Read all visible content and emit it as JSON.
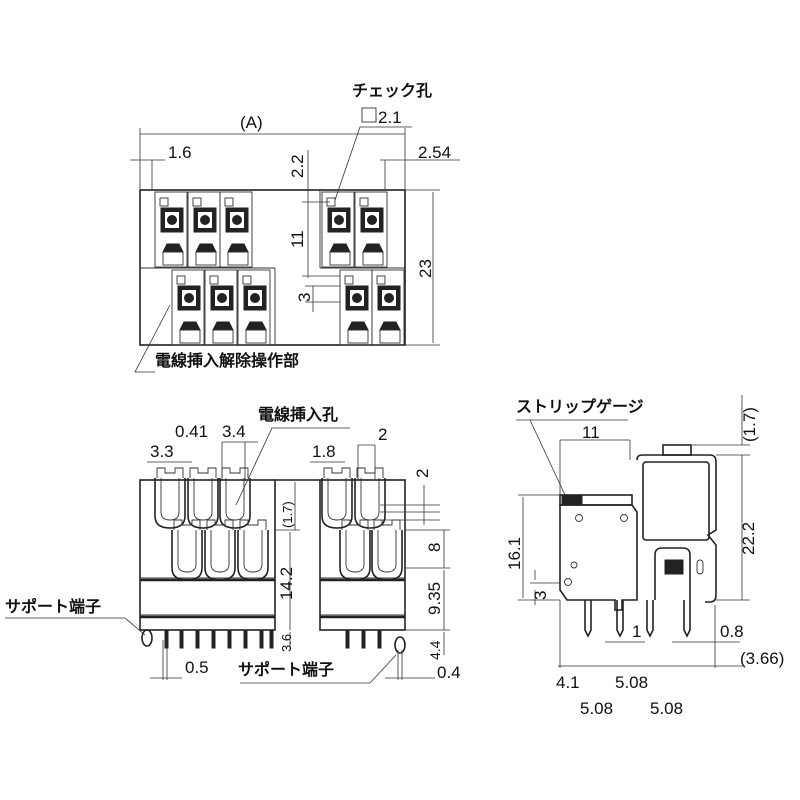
{
  "top_view": {
    "dim_a": "(A)",
    "dim_1_6": "1.6",
    "dim_2_2": "2.2",
    "dim_11": "11",
    "dim_3": "3",
    "dim_23": "23",
    "dim_2_54": "2.54",
    "check_hole_label": "チェック孔",
    "check_hole_size": "2.1",
    "release_label": "電線挿入解除操作部"
  },
  "front_view": {
    "wire_hole_label": "電線挿入孔",
    "dim_3_3": "3.3",
    "dim_0_41": "0.41",
    "dim_3_4": "3.4",
    "dim_1_8": "1.8",
    "dim_2_top": "2",
    "dim_2_right": "2",
    "dim_1_7": "(1.7)",
    "dim_8": "8",
    "dim_14_2": "14.2",
    "dim_9_35": "9.35",
    "dim_3_6": "3.6",
    "dim_4_4": "4.4",
    "dim_0_5": "0.5",
    "dim_0_4": "0.4",
    "support_label_left": "サポート端子",
    "support_label_bottom": "サポート端子"
  },
  "side_view": {
    "strip_gauge_label": "ストリップゲージ",
    "dim_11": "11",
    "dim_1_7": "(1.7)",
    "dim_22_2": "22.2",
    "dim_16_1": "16.1",
    "dim_3": "3",
    "dim_1": "1",
    "dim_0_8": "0.8",
    "dim_3_66": "(3.66)",
    "dim_4_1": "4.1",
    "dim_5_08_a": "5.08",
    "dim_5_08_b": "5.08",
    "dim_5_08_c": "5.08"
  }
}
